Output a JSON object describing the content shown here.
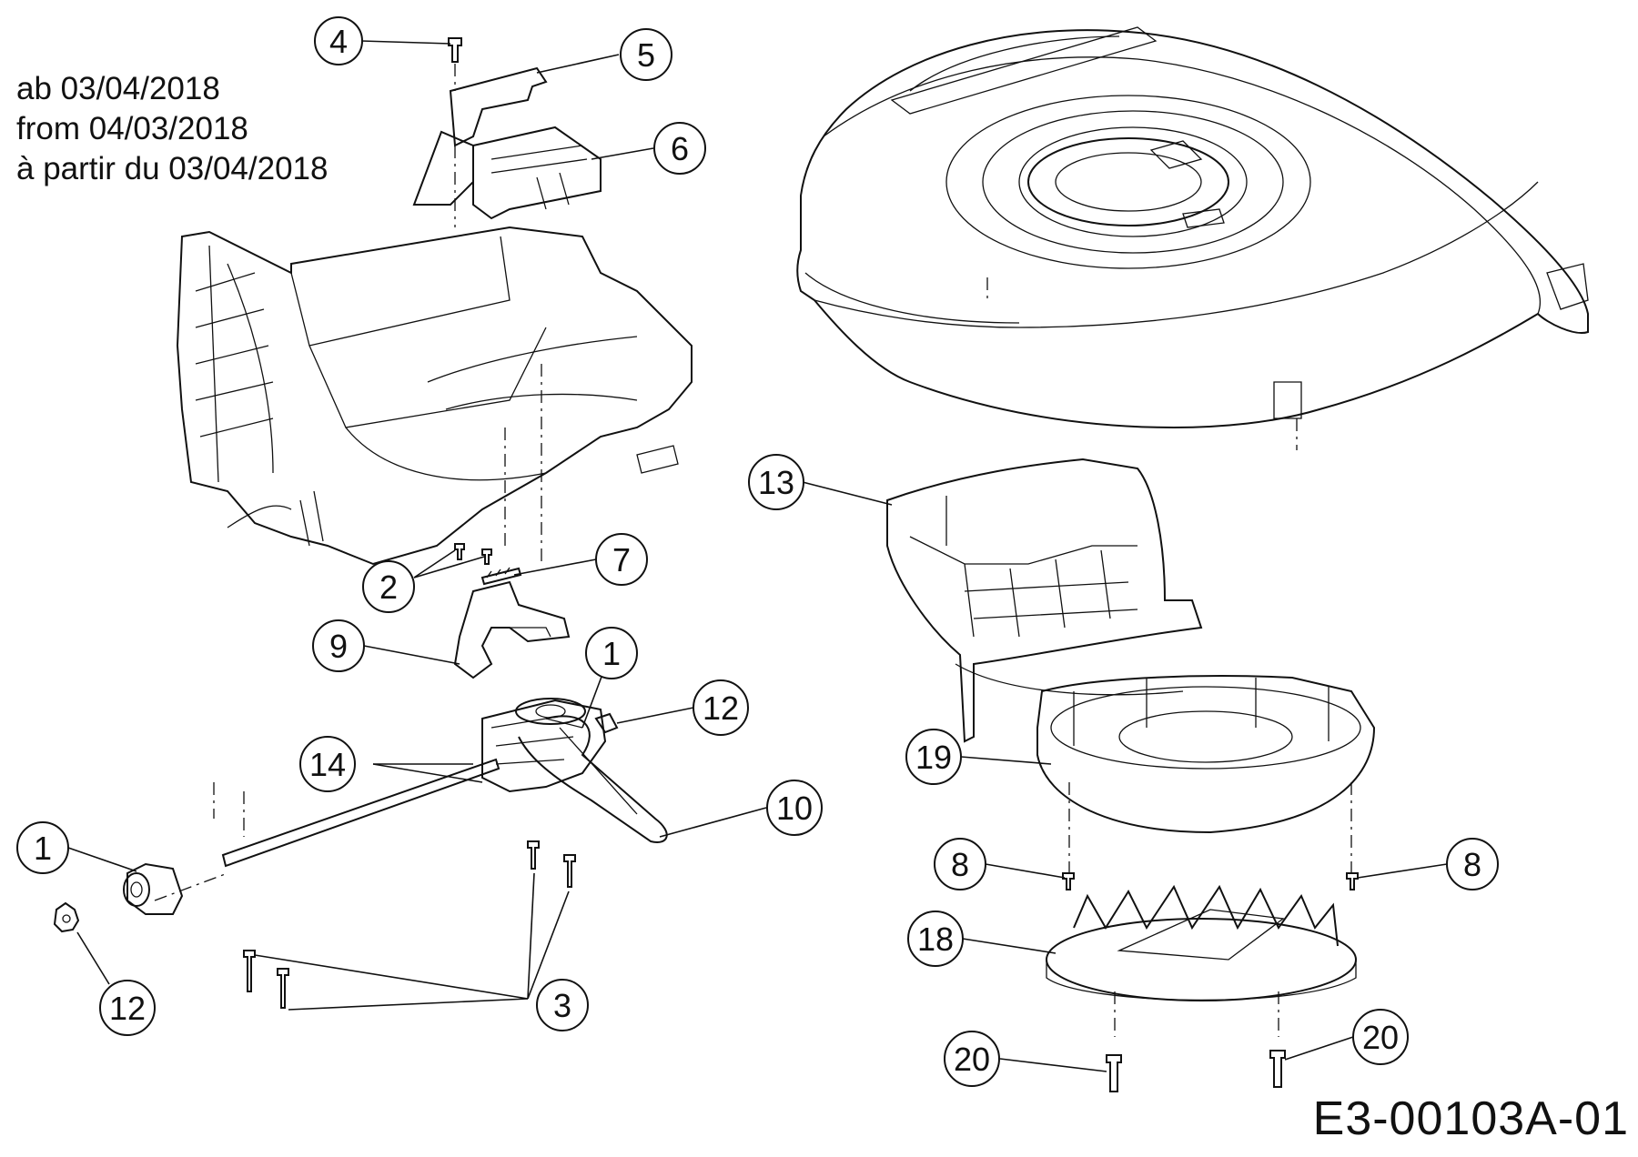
{
  "notes": {
    "date_de": "ab 03/04/2018",
    "date_en": "from 04/03/2018",
    "date_fr": "à partir du 03/04/2018"
  },
  "drawing_code": "E3-00103A-01",
  "callouts": [
    {
      "id": "c4",
      "label": "4"
    },
    {
      "id": "c5",
      "label": "5"
    },
    {
      "id": "c6",
      "label": "6"
    },
    {
      "id": "c2",
      "label": "2"
    },
    {
      "id": "c7",
      "label": "7"
    },
    {
      "id": "c9",
      "label": "9"
    },
    {
      "id": "c1a",
      "label": "1"
    },
    {
      "id": "c12a",
      "label": "12"
    },
    {
      "id": "c14",
      "label": "14"
    },
    {
      "id": "c10",
      "label": "10"
    },
    {
      "id": "c1b",
      "label": "1"
    },
    {
      "id": "c12b",
      "label": "12"
    },
    {
      "id": "c3",
      "label": "3"
    },
    {
      "id": "c13",
      "label": "13"
    },
    {
      "id": "c19",
      "label": "19"
    },
    {
      "id": "c8a",
      "label": "8"
    },
    {
      "id": "c8b",
      "label": "8"
    },
    {
      "id": "c18",
      "label": "18"
    },
    {
      "id": "c20a",
      "label": "20"
    },
    {
      "id": "c20b",
      "label": "20"
    }
  ]
}
